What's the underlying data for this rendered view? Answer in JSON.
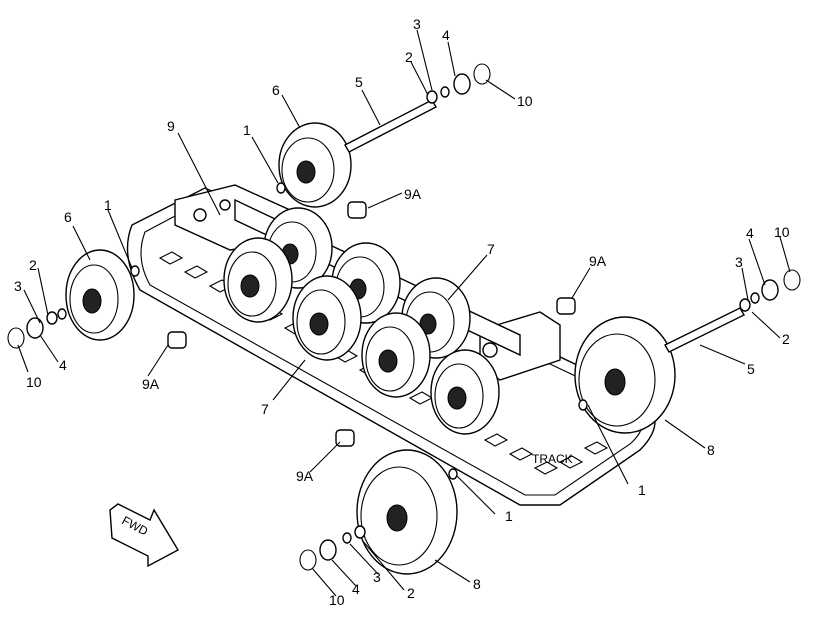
{
  "callouts": {
    "c1a": "1",
    "c1b": "1",
    "c1c": "1",
    "c1d": "1",
    "c2a": "2",
    "c2b": "2",
    "c2c": "2",
    "c2d": "2",
    "c3a": "3",
    "c3b": "3",
    "c3c": "3",
    "c3d": "3",
    "c4a": "4",
    "c4b": "4",
    "c4c": "4",
    "c4d": "4",
    "c5a": "5",
    "c5b": "5",
    "c6a": "6",
    "c6b": "6",
    "c7a": "7",
    "c7b": "7",
    "c8a": "8",
    "c8b": "8",
    "c9": "9",
    "c9Aa": "9A",
    "c9Ab": "9A",
    "c9Ac": "9A",
    "c9Ad": "9A",
    "c10a": "10",
    "c10b": "10",
    "c10c": "10",
    "c10d": "10"
  },
  "track_label": "TRACK",
  "fwd_label": "FWD",
  "icons": {
    "direction": "fwd-arrow-icon"
  }
}
